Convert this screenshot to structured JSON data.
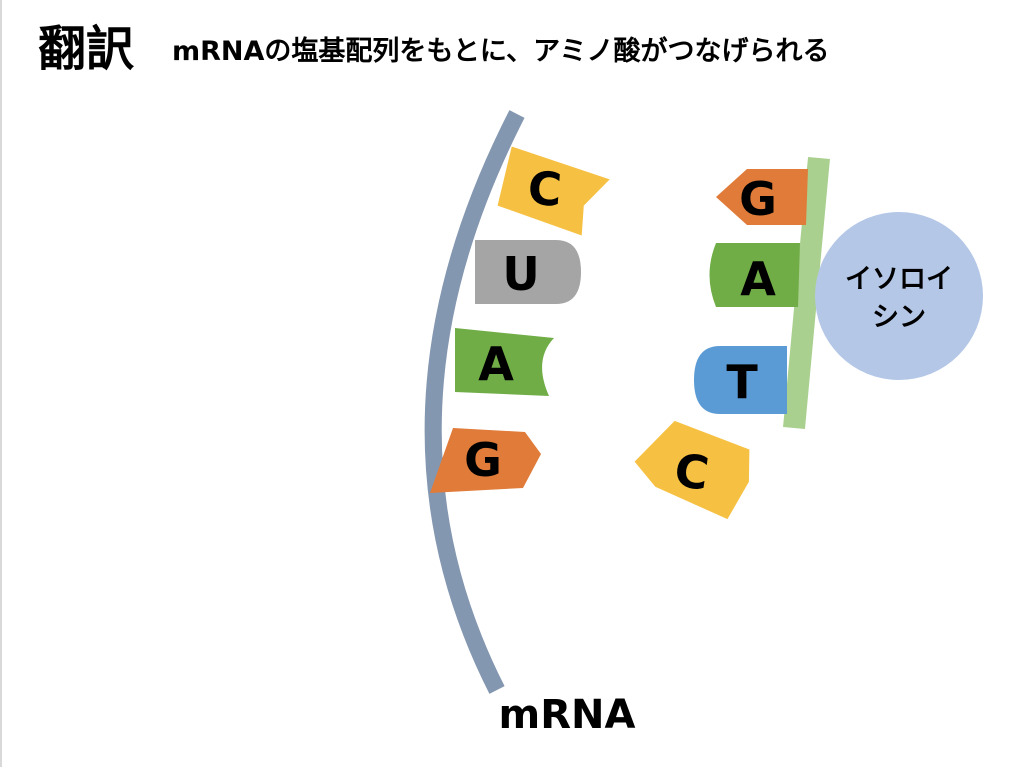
{
  "header": {
    "title": "翻訳",
    "subtitle": "mRNAの塩基配列をもとに、アミノ酸がつなげられる"
  },
  "mrna": {
    "label": "mRNA",
    "strand_color": "#8497b0",
    "bases": [
      {
        "letter": "C",
        "shape": "flag",
        "color": "#f6c143"
      },
      {
        "letter": "U",
        "shape": "round",
        "color": "#a5a5a5"
      },
      {
        "letter": "A",
        "shape": "notch",
        "color": "#70ad47"
      },
      {
        "letter": "G",
        "shape": "point",
        "color": "#e07b39"
      }
    ]
  },
  "trna": {
    "bar_color": "#a9d08e",
    "anticodon": [
      {
        "letter": "G",
        "shape": "point-left",
        "color": "#e07b39"
      },
      {
        "letter": "A",
        "shape": "notch-left",
        "color": "#70ad47"
      },
      {
        "letter": "T",
        "shape": "round-left",
        "color": "#5b9bd5"
      }
    ],
    "amino_acid": {
      "lines": [
        "イソロイ",
        "シン"
      ],
      "color": "#b4c7e7"
    }
  },
  "free_base": {
    "letter": "C",
    "shape": "flag",
    "color": "#f6c143"
  }
}
